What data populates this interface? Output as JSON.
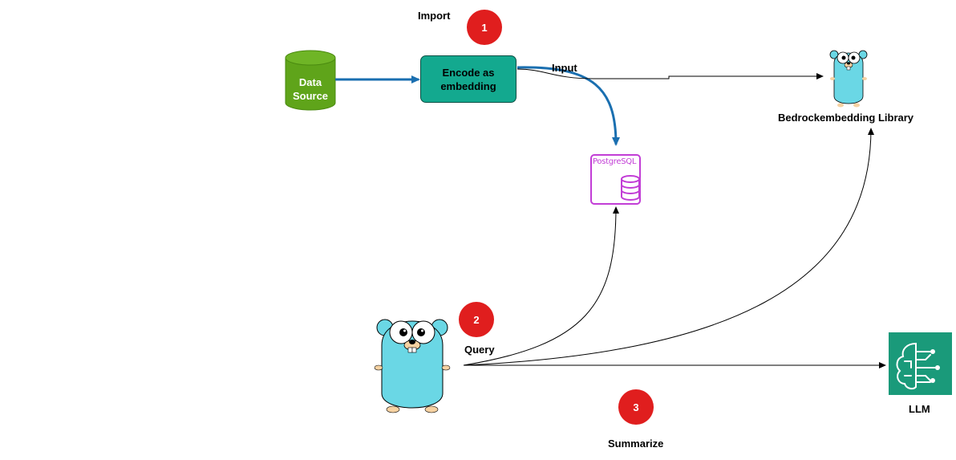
{
  "steps": [
    {
      "number": "1",
      "label": "Import"
    },
    {
      "number": "2",
      "label": "Query"
    },
    {
      "number": "3",
      "label": "Summarize"
    }
  ],
  "nodes": {
    "data_source": "Data Source",
    "encode": "Encode as embedding",
    "postgres": "PostgreSQL",
    "bedrock_library": "Bedrockembedding Library",
    "llm": "LLM"
  },
  "edges": {
    "input": "Input"
  },
  "colors": {
    "step_badge": "#e01e1e",
    "data_source": "#5fa41a",
    "encode_box": "#13a98f",
    "postgres": "#c23ed6",
    "llm": "#1a9a7a",
    "blue_arrow": "#1a6fb0",
    "gopher": "#6ad7e5"
  },
  "icons": {
    "gopher_small": "go-gopher-icon",
    "gopher_large": "go-gopher-icon",
    "llm": "bedrock-brain-icon",
    "database": "database-cylinder-icon"
  }
}
